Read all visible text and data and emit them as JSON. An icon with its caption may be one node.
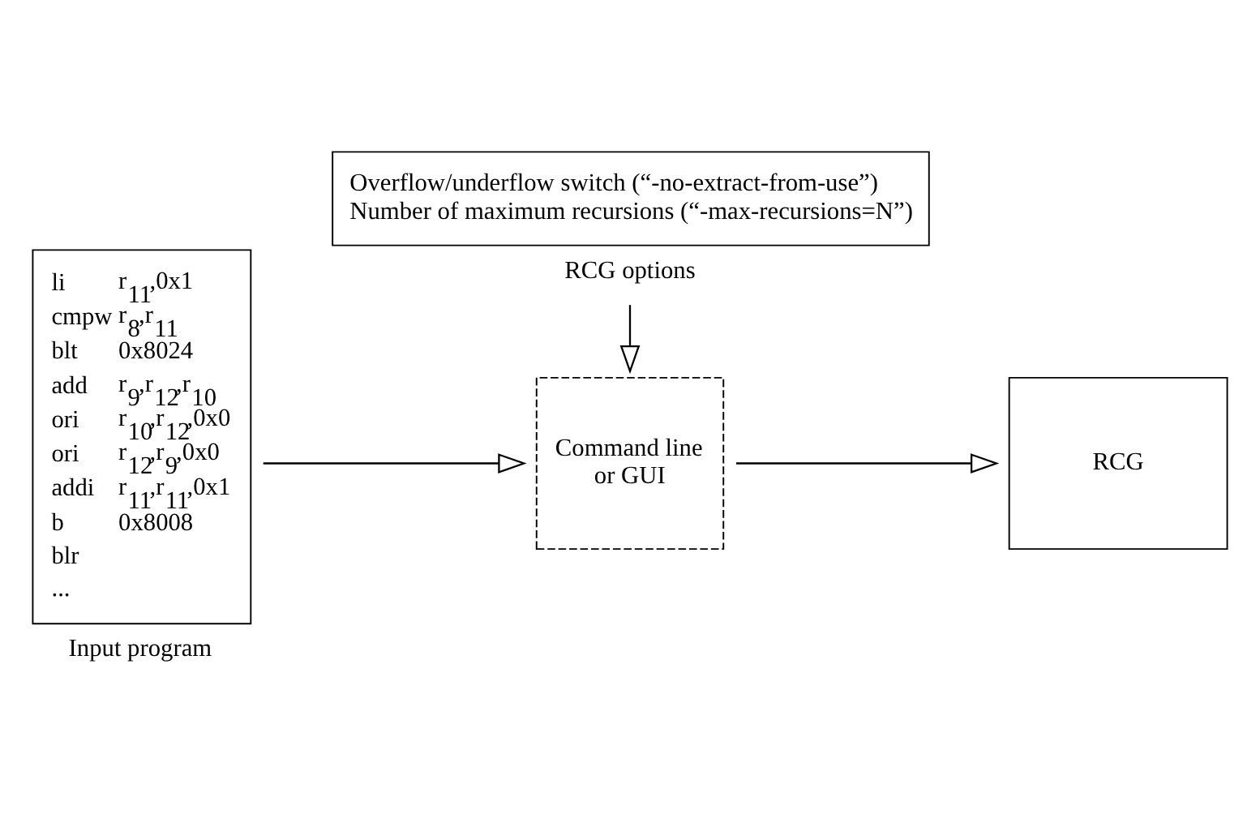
{
  "diagram": {
    "nodes": [
      {
        "text": [
          "li r$_{11}$,0x1",
          "cmpw r$_{8}$,r$_{11}$",
          "blt 0x8024",
          "add r$_{9}$,r$_{12}$,r$_{10}$",
          "ori r$_{10}$,r$_{12}$,0x0",
          "ori r$_{12}$,r$_{9}$,0x0",
          "addi r$_{11}$,r$_{11}$,0x1",
          "b 0x8008",
          "blr",
          "..."
        ],
        "beside": [
          "Input program"
        ]
      },
      {
        "text": [
          "Command line or GUI"
        ]
      },
      {
        "text": [
          "RCG"
        ]
      },
      {
        "text": [
          "Overflow/underflow switch (“-no-extract-from-use”)",
          "Number of maximum recursions (“-max-recursions=N”)"
        ],
        "beside": [
          "RCG options"
        ]
      }
    ],
    "edges": [
      {
        "from": 0,
        "to": 1,
        "arrow": "to"
      },
      {
        "from": 1,
        "to": 2,
        "arrow": "to"
      },
      {
        "from": 3,
        "to": 1,
        "arrow": "to"
      }
    ]
  }
}
